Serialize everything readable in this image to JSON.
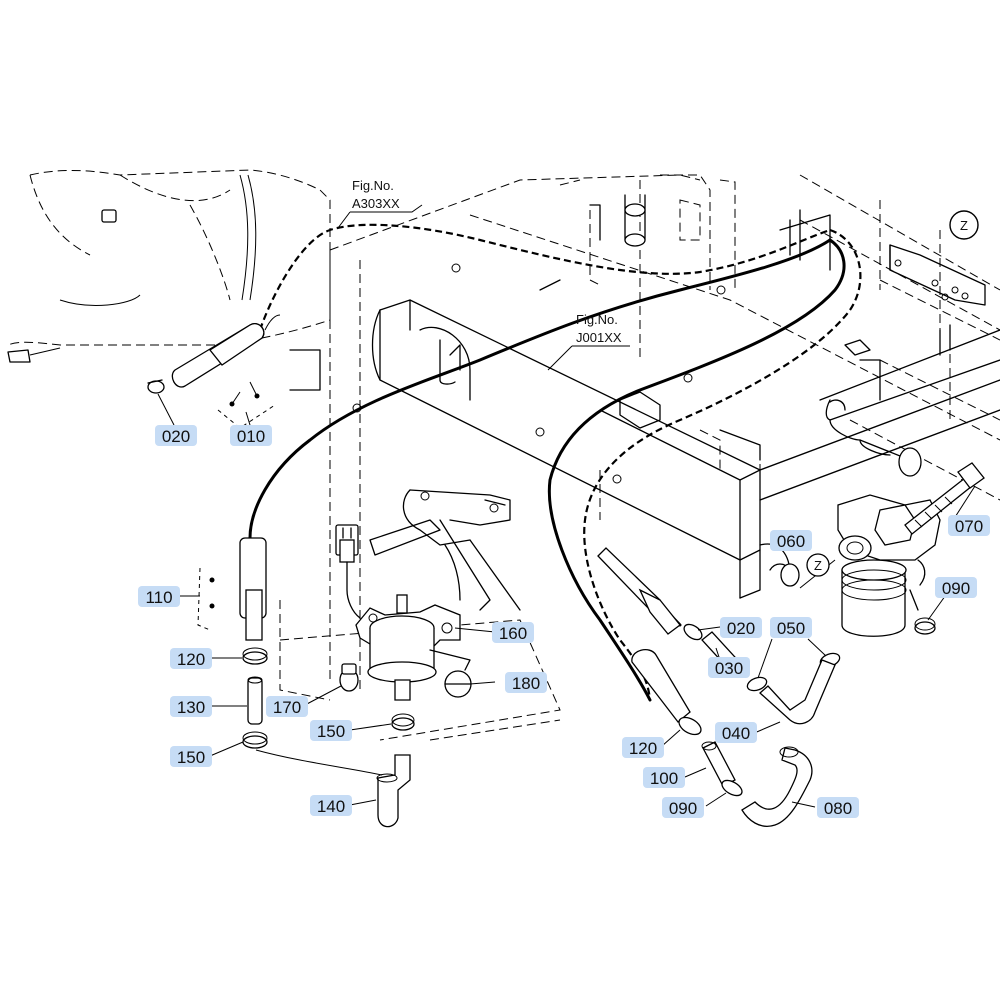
{
  "references": {
    "fig1_title": "Fig.No.",
    "fig1_code": "A303XX",
    "fig2_title": "Fig.No.",
    "fig2_code": "J001XX",
    "view_marker": "Z"
  },
  "parts": [
    {
      "id": "p010",
      "label": "010"
    },
    {
      "id": "p020a",
      "label": "020"
    },
    {
      "id": "p020b",
      "label": "020"
    },
    {
      "id": "p030",
      "label": "030"
    },
    {
      "id": "p040",
      "label": "040"
    },
    {
      "id": "p050",
      "label": "050"
    },
    {
      "id": "p060",
      "label": "060"
    },
    {
      "id": "p070",
      "label": "070"
    },
    {
      "id": "p080",
      "label": "080"
    },
    {
      "id": "p090a",
      "label": "090"
    },
    {
      "id": "p090b",
      "label": "090"
    },
    {
      "id": "p100",
      "label": "100"
    },
    {
      "id": "p110",
      "label": "110"
    },
    {
      "id": "p120a",
      "label": "120"
    },
    {
      "id": "p120b",
      "label": "120"
    },
    {
      "id": "p130",
      "label": "130"
    },
    {
      "id": "p140",
      "label": "140"
    },
    {
      "id": "p150a",
      "label": "150"
    },
    {
      "id": "p150b",
      "label": "150"
    },
    {
      "id": "p160",
      "label": "160"
    },
    {
      "id": "p170",
      "label": "170"
    },
    {
      "id": "p180",
      "label": "180"
    }
  ],
  "colors": {
    "label_highlight": "#c6dcf5",
    "line": "#000000",
    "background": "#ffffff"
  }
}
